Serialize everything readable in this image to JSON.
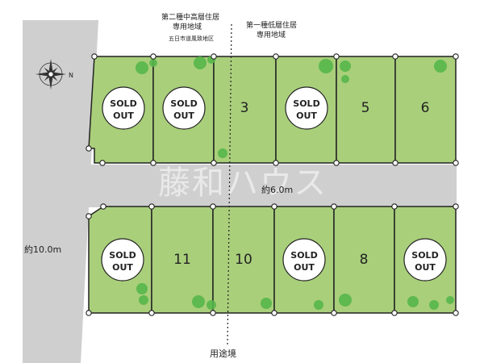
{
  "zones": {
    "left_line1": "第二種中高層住居",
    "left_line2": "専用地域",
    "left_line3": "五日市道風致地区",
    "right_line1": "第一種低層住居",
    "right_line2": "専用地域"
  },
  "roads": {
    "horizontal_width": "約6.0m",
    "vertical_width": "約10.0m"
  },
  "zone_boundary_label": "用途境",
  "watermark": "藤和ハウス",
  "compass_letter": "N",
  "sold_out": {
    "line1": "SOLD",
    "line2": "OUT"
  },
  "colors": {
    "lot_fill": "#a9cf7b",
    "lot_border": "#222222",
    "road": "#cfcfcf",
    "tree": "#55b64a"
  },
  "lots_top": [
    {
      "label": "",
      "sold": true
    },
    {
      "label": "",
      "sold": true
    },
    {
      "label": "3",
      "sold": false
    },
    {
      "label": "",
      "sold": true
    },
    {
      "label": "5",
      "sold": false
    },
    {
      "label": "6",
      "sold": false
    }
  ],
  "lots_bottom": [
    {
      "label": "",
      "sold": true
    },
    {
      "label": "11",
      "sold": false
    },
    {
      "label": "10",
      "sold": false
    },
    {
      "label": "",
      "sold": true
    },
    {
      "label": "8",
      "sold": false
    },
    {
      "label": "",
      "sold": true
    }
  ]
}
